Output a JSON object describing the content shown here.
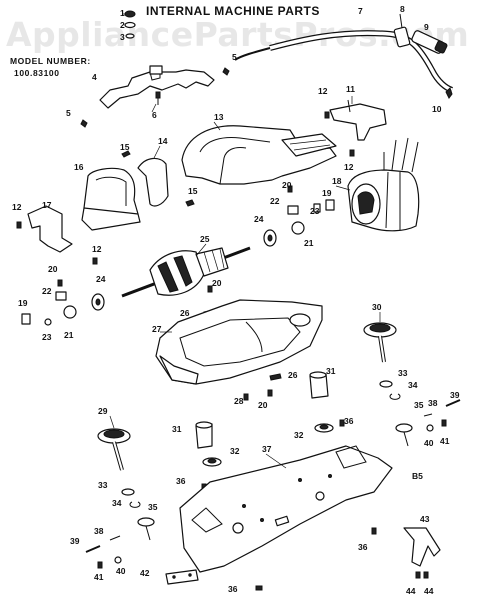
{
  "watermark": "AppliancePartsPros.com",
  "title": "INTERNAL MACHINE PARTS",
  "model_label": "MODEL NUMBER:",
  "model_number": "100.83100",
  "corner_tag": "B5",
  "callouts": [
    "1",
    "2",
    "3",
    "4",
    "5",
    "5",
    "6",
    "7",
    "8",
    "9",
    "10",
    "11",
    "12",
    "12",
    "12",
    "12",
    "13",
    "14",
    "15",
    "15",
    "16",
    "17",
    "18",
    "19",
    "19",
    "20",
    "20",
    "20",
    "20",
    "21",
    "21",
    "22",
    "22",
    "23",
    "23",
    "24",
    "24",
    "25",
    "26",
    "26",
    "27",
    "28",
    "29",
    "30",
    "31",
    "31",
    "32",
    "32",
    "33",
    "33",
    "34",
    "34",
    "35",
    "35",
    "36",
    "36",
    "36",
    "36",
    "37",
    "38",
    "38",
    "39",
    "39",
    "40",
    "40",
    "41",
    "41",
    "42",
    "43",
    "44",
    "44"
  ]
}
